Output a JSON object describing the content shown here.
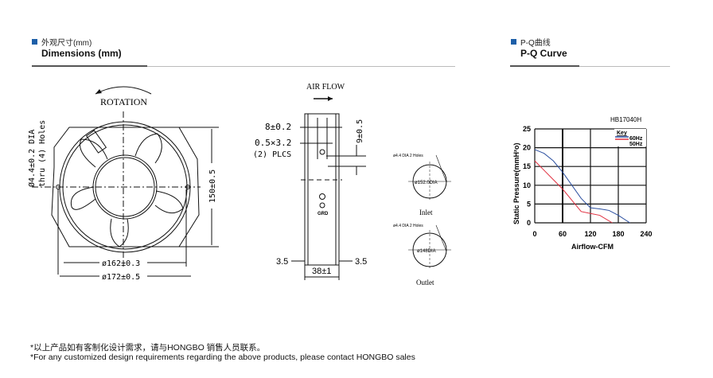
{
  "dimensions_section": {
    "title_cn": "外观尺寸(mm)",
    "title_en": "Dimensions (mm)",
    "rotation_label": "ROTATION",
    "hole_label_line1": "Ø4.4±0.2 DIA",
    "hole_label_line2": "thru (4) Holes",
    "height_dim": "150±0.5",
    "dia_inner_dim": "ø162±0.3",
    "dia_outer_dim": "ø172±0.5",
    "airflow_label": "AIR FLOW",
    "terminal_width_dim": "8±0.2",
    "terminal_size_dim": "0.5×3.2",
    "terminal_count": "(2) PLCS",
    "terminal_height_dim": "9±0.5",
    "grd_label": "GRD",
    "side_left_dim": "3.5",
    "side_right_dim": "3.5",
    "depth_dim": "38±1",
    "inlet_holes": "ø4.4 DIA 2 Holes",
    "inlet_dia": "ø152.0DIA",
    "inlet_label": "Inlet",
    "outlet_holes": "ø4.4 DIA 2 Holes",
    "outlet_dia": "ø148DIA",
    "outlet_label": "Outlet"
  },
  "pq_section": {
    "title_cn": "P-Q曲线",
    "title_en": "P-Q Curve"
  },
  "chart_data": {
    "type": "line",
    "title": "HB17040H",
    "xlabel": "Airflow-CFM",
    "ylabel": "Static Pressure(mmH²o)",
    "xlim": [
      0,
      240
    ],
    "ylim": [
      0,
      25
    ],
    "xticks": [
      0,
      60,
      120,
      180,
      240
    ],
    "yticks": [
      0,
      5,
      10,
      15,
      20,
      25
    ],
    "grid": true,
    "legend_title": "Key",
    "legend_placement": "top-right",
    "series": [
      {
        "name": "60Hz",
        "color": "#2b4fa0",
        "x": [
          0,
          20,
          40,
          60,
          80,
          100,
          120,
          140,
          160,
          180,
          205
        ],
        "y": [
          19.5,
          18.5,
          16.5,
          13.5,
          10,
          6.5,
          4,
          3.7,
          3.3,
          2,
          0
        ]
      },
      {
        "name": "50Hz",
        "color": "#e03040",
        "x": [
          0,
          20,
          40,
          60,
          80,
          100,
          120,
          140,
          167
        ],
        "y": [
          16.5,
          14,
          11.5,
          9,
          6,
          3,
          2.5,
          2,
          0
        ]
      }
    ]
  },
  "footer": {
    "note_cn": "*以上产品如有客制化设计需求，请与HONGBO 销售人员联系。",
    "note_en": "*For any customized design requirements regarding the above products, please contact HONGBO sales"
  }
}
